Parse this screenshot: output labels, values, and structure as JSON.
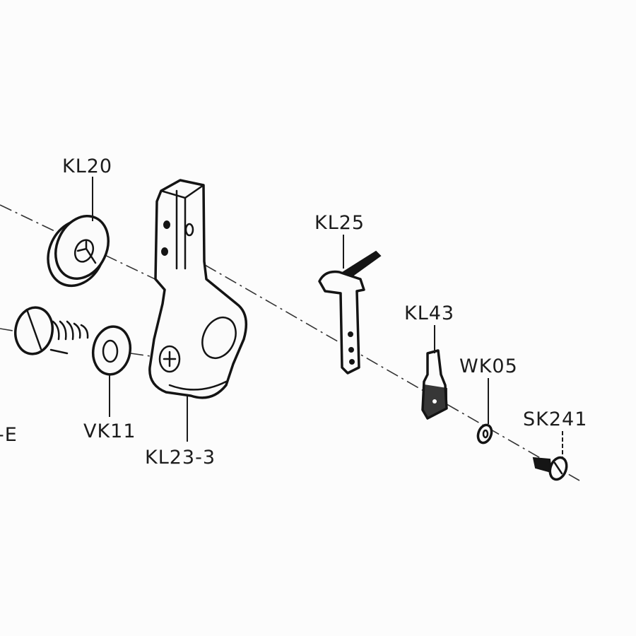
{
  "diagram": {
    "labels": {
      "kl20": "KL20",
      "kl25": "KL25",
      "kl43": "KL43",
      "wk05": "WK05",
      "sk241": "SK241",
      "vk11": "VK11",
      "kl23_3": "KL23-3",
      "partial_left": "-E"
    },
    "colors": {
      "ink": "#141414",
      "paper": "#fcfcfc"
    }
  }
}
